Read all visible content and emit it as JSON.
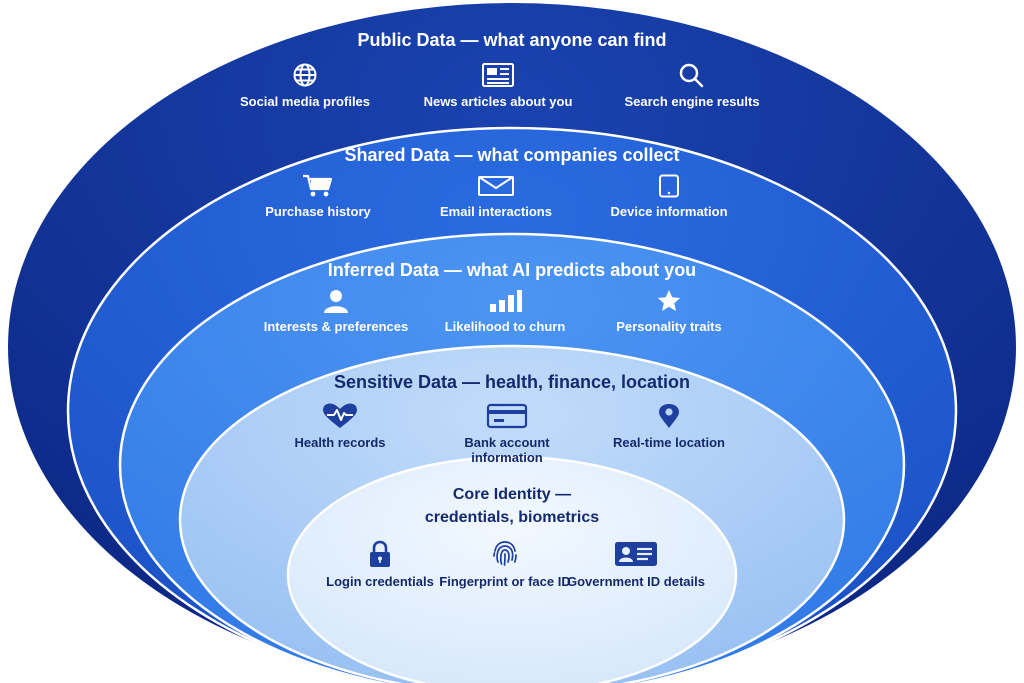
{
  "layers": [
    {
      "title": "Public Data — what anyone can find",
      "items": [
        {
          "label": "Social media profiles",
          "icon": "globe-icon"
        },
        {
          "label": "News articles about you",
          "icon": "newspaper-icon"
        },
        {
          "label": "Search engine results",
          "icon": "search-icon"
        }
      ]
    },
    {
      "title": "Shared Data — what companies collect",
      "items": [
        {
          "label": "Purchase history",
          "icon": "shopping-cart-icon"
        },
        {
          "label": "Email interactions",
          "icon": "envelope-icon"
        },
        {
          "label": "Device information",
          "icon": "tablet-icon"
        }
      ]
    },
    {
      "title": "Inferred Data — what AI predicts about you",
      "items": [
        {
          "label": "Interests & preferences",
          "icon": "person-icon"
        },
        {
          "label": "Likelihood to churn",
          "icon": "bar-chart-icon"
        },
        {
          "label": "Personality traits",
          "icon": "star-icon"
        }
      ]
    },
    {
      "title": "Sensitive Data — health, finance, location",
      "items": [
        {
          "label": "Health records",
          "icon": "heartbeat-icon"
        },
        {
          "label": "Bank account information",
          "icon": "credit-card-icon"
        },
        {
          "label": "Real-time location",
          "icon": "map-pin-icon"
        }
      ]
    },
    {
      "title_lines": [
        "Core Identity —",
        "credentials, biometrics"
      ],
      "items": [
        {
          "label": "Login credentials",
          "icon": "padlock-icon"
        },
        {
          "label": "Fingerprint or face ID",
          "icon": "fingerprint-icon"
        },
        {
          "label": "Government ID details",
          "icon": "id-card-icon"
        }
      ]
    }
  ],
  "colors": {
    "layer1": "#0d2b8e",
    "layer2": "#1f5cd6",
    "layer3": "#3a86ee",
    "layer4": "#a6ccf6",
    "layer5": "#e4f0fd",
    "dark_text": "#15296a",
    "light_text": "#ffffff"
  }
}
